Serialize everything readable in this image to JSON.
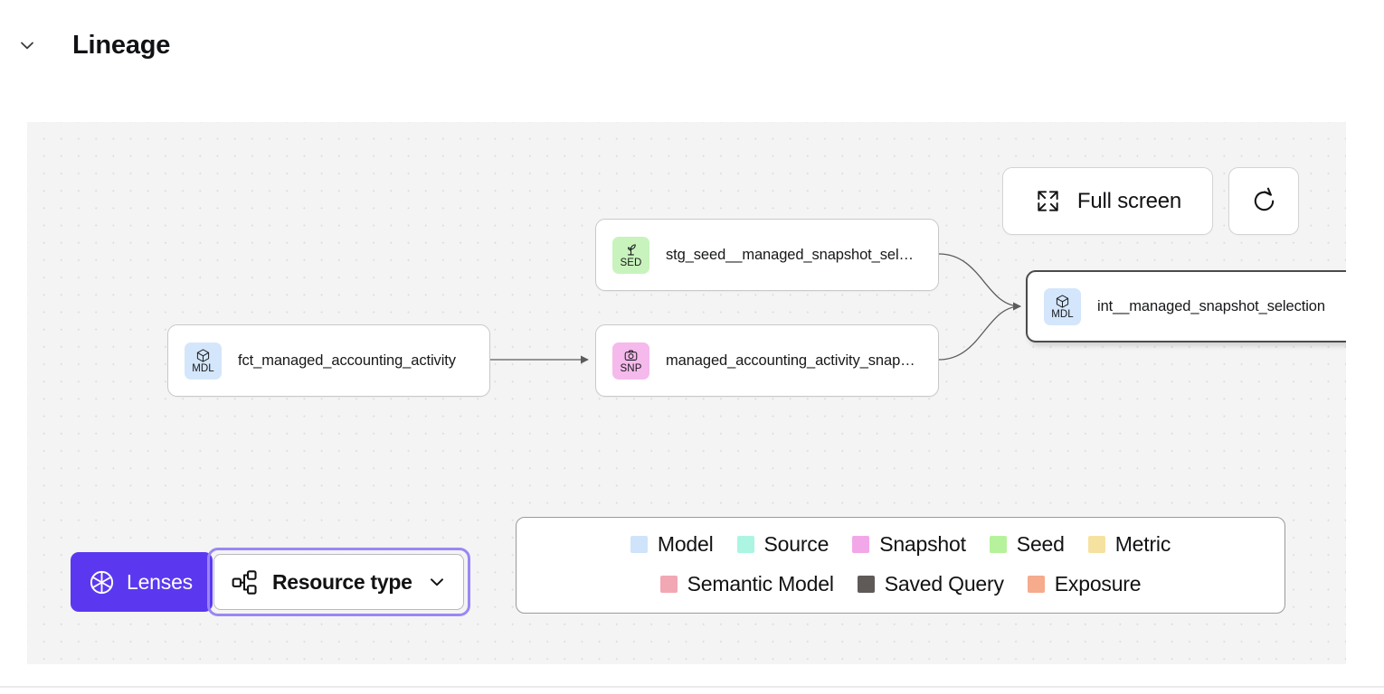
{
  "header": {
    "title": "Lineage",
    "collapse_icon": "chevron-down-icon"
  },
  "canvas_actions": {
    "fullscreen": {
      "label": "Full screen",
      "icon": "expand-icon"
    },
    "refresh": {
      "icon": "refresh-icon"
    }
  },
  "graph": {
    "nodes": [
      {
        "id": "fct_managed_accounting_activity",
        "label": "fct_managed_accounting_activity",
        "abbrev": "MDL",
        "type": "Model",
        "icon": "cube-icon",
        "badge_color": "#d4e6fb",
        "selected": false
      },
      {
        "id": "stg_seed__managed_snapshot_selection",
        "label": "stg_seed__managed_snapshot_selecti...",
        "abbrev": "SED",
        "type": "Seed",
        "icon": "sprout-icon",
        "badge_color": "#c8f3bd",
        "selected": false
      },
      {
        "id": "managed_accounting_activity_snapshot",
        "label": "managed_accounting_activity_snapshot",
        "abbrev": "SNP",
        "type": "Snapshot",
        "icon": "camera-icon",
        "badge_color": "#f5b9ec",
        "selected": false
      },
      {
        "id": "int__managed_snapshot_selection",
        "label": "int__managed_snapshot_selection",
        "abbrev": "MDL",
        "type": "Model",
        "icon": "cube-icon",
        "badge_color": "#d4e6fb",
        "selected": true
      }
    ]
  },
  "controls": {
    "lenses": {
      "label": "Lenses",
      "icon": "aperture-icon",
      "color": "#5b38f0"
    },
    "resource_type": {
      "label": "Resource type",
      "icon": "hierarchy-icon",
      "chevron": "chevron-down-icon",
      "focused": true
    }
  },
  "legend": {
    "rows": [
      [
        {
          "label": "Model",
          "color": "#cfe4fa"
        },
        {
          "label": "Source",
          "color": "#acf5e2"
        },
        {
          "label": "Snapshot",
          "color": "#f2a8e8"
        },
        {
          "label": "Seed",
          "color": "#b6f29b"
        },
        {
          "label": "Metric",
          "color": "#f6e2a0"
        }
      ],
      [
        {
          "label": "Semantic Model",
          "color": "#f2a7b4"
        },
        {
          "label": "Saved Query",
          "color": "#5f5a57"
        },
        {
          "label": "Exposure",
          "color": "#f5ab8c"
        }
      ]
    ]
  }
}
